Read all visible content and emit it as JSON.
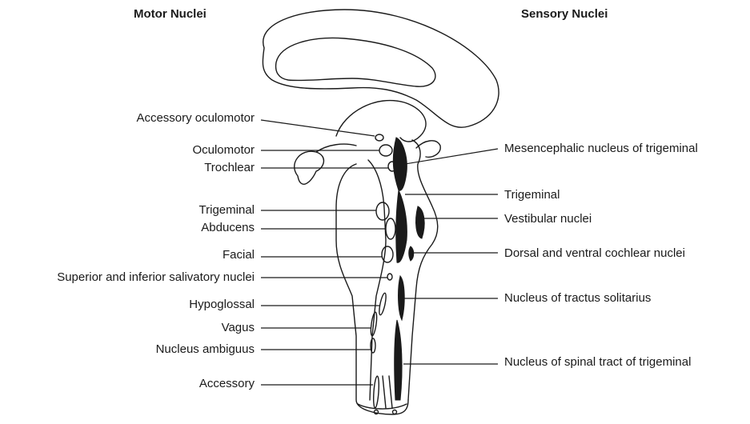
{
  "headings": {
    "motor": "Motor Nuclei",
    "sensory": "Sensory Nuclei"
  },
  "motor_labels": [
    "Accessory oculomotor",
    "Oculomotor",
    "Trochlear",
    "Trigeminal",
    "Abducens",
    "Facial",
    "Superior and inferior salivatory nuclei",
    "Hypoglossal",
    "Vagus",
    "Nucleus ambiguus",
    "Accessory"
  ],
  "sensory_labels": [
    "Mesencephalic nucleus of trigeminal",
    "Trigeminal",
    "Vestibular nuclei",
    "Dorsal and ventral cochlear nuclei",
    "Nucleus of tractus solitarius",
    "Nucleus of spinal tract of trigeminal"
  ],
  "colors": {
    "ink": "#1a1a1a",
    "background": "#ffffff"
  }
}
